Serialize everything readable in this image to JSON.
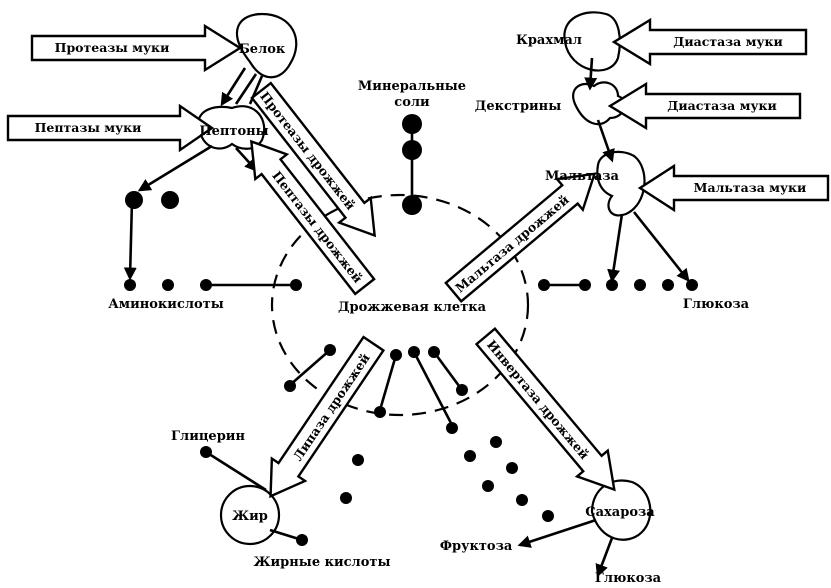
{
  "labels": {
    "protein": "Белок",
    "peptones": "Пептоны",
    "amino_acids": "Аминокислоты",
    "minerals_line1": "Минеральные",
    "minerals_line2": "соли",
    "starch": "Крахмал",
    "dextrins": "Декстрины",
    "maltose": "Мальтаза",
    "glucose_right": "Глюкоза",
    "yeast_cell": "Дрожжевая клетка",
    "glycerin": "Глицерин",
    "fat": "Жир",
    "fatty_acids": "Жирные кислоты",
    "fructose": "Фруктоза",
    "sucrose": "Сахароза",
    "glucose_bottom": "Глюкоза"
  },
  "arrows": {
    "flour_proteases": "Протеазы муки",
    "flour_peptases": "Пептазы муки",
    "yeast_proteases": "Протеазы дрожжей",
    "yeast_peptases": "Пептазы дрожжей",
    "flour_diastase_1": "Диастаза муки",
    "flour_diastase_2": "Диастаза муки",
    "flour_maltase": "Мальтаза муки",
    "yeast_maltase": "Мальтаза дрожжей",
    "yeast_lipase": "Липаза дрожжей",
    "yeast_invertase": "Инвертаза дрожжей"
  }
}
